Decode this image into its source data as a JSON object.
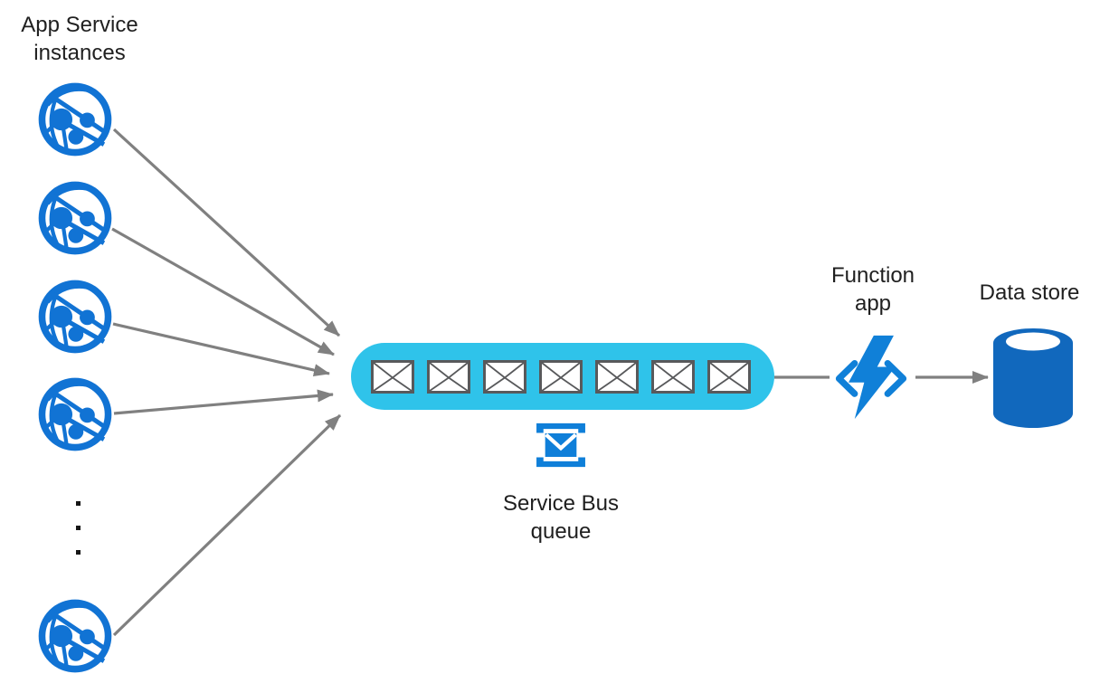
{
  "nodes": {
    "app_service": {
      "label_line1": "App Service",
      "label_line2": "instances",
      "instance_count": 5,
      "ellipsis_dot_count": 3
    },
    "service_bus": {
      "label_line1": "Service Bus",
      "label_line2": "queue",
      "message_count": 7
    },
    "function_app": {
      "label_line1": "Function",
      "label_line2": "app"
    },
    "data_store": {
      "label": "Data store"
    }
  },
  "colors": {
    "app_service_blue": "#1173d4",
    "service_bus_pill": "#2fc3ea",
    "service_bus_icon_blue": "#0f7fd9",
    "function_blue": "#1080d8",
    "data_store_blue": "#1168bd",
    "envelope_outline": "#58595b",
    "arrow_gray": "#808080",
    "text_color": "#1f1f1f"
  }
}
